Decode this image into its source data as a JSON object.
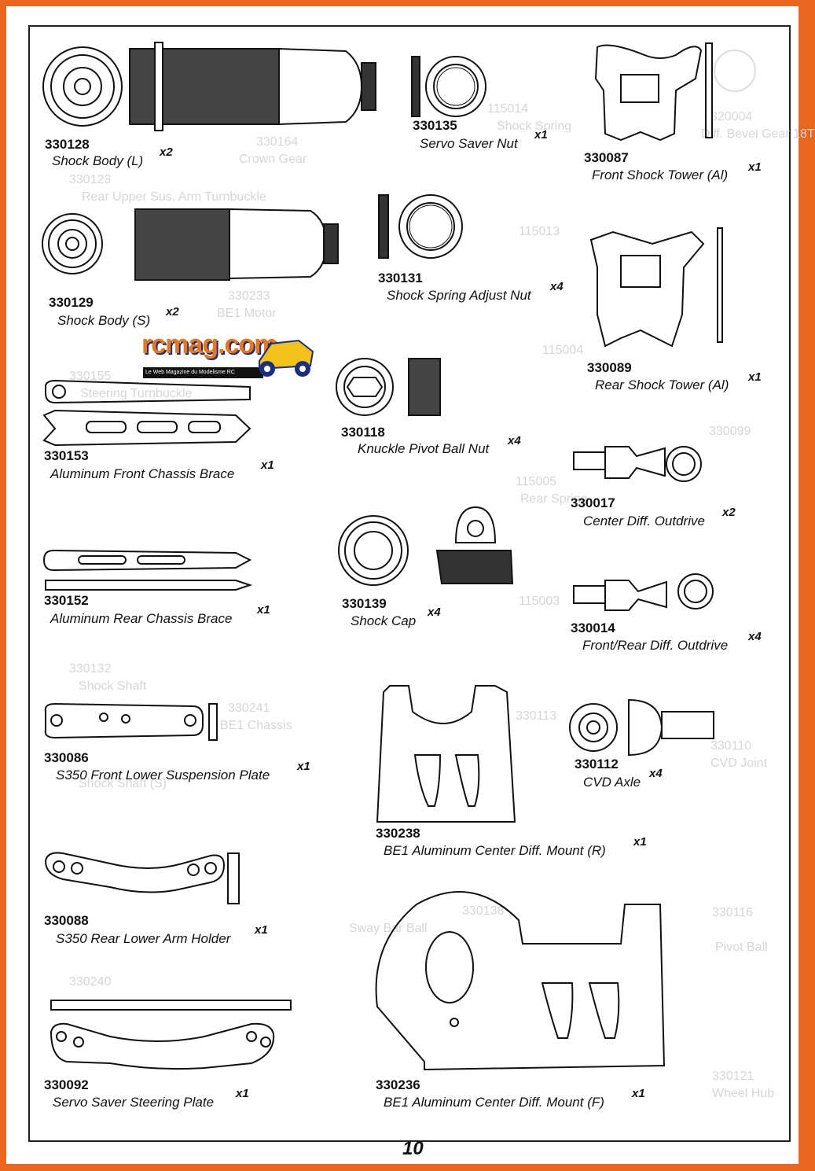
{
  "page": {
    "number": "10"
  },
  "logo": {
    "text": "rcmag.com",
    "tagline": "Le Web Magazine du Modelisme RC"
  },
  "parts": [
    {
      "number": "330128",
      "name": "Shock Body (L)",
      "qty": "x2"
    },
    {
      "number": "330135",
      "name": "Servo Saver Nut",
      "qty": "x1"
    },
    {
      "number": "330087",
      "name": "Front Shock Tower (Al)",
      "qty": "x1"
    },
    {
      "number": "330129",
      "name": "Shock Body (S)",
      "qty": "x2"
    },
    {
      "number": "330131",
      "name": "Shock Spring Adjust Nut",
      "qty": "x4"
    },
    {
      "number": "330089",
      "name": "Rear Shock Tower (Al)",
      "qty": "x1"
    },
    {
      "number": "330153",
      "name": "Aluminum Front Chassis Brace",
      "qty": "x1"
    },
    {
      "number": "330118",
      "name": "Knuckle Pivot Ball Nut",
      "qty": "x4"
    },
    {
      "number": "330017",
      "name": "Center Diff. Outdrive",
      "qty": "x2"
    },
    {
      "number": "330152",
      "name": "Aluminum Rear Chassis Brace",
      "qty": "x1"
    },
    {
      "number": "330139",
      "name": "Shock Cap",
      "qty": "x4"
    },
    {
      "number": "330014",
      "name": "Front/Rear Diff. Outdrive",
      "qty": "x4"
    },
    {
      "number": "330086",
      "name": "S350 Front Lower Suspension Plate",
      "qty": "x1"
    },
    {
      "number": "330112",
      "name": "CVD Axle",
      "qty": "x4"
    },
    {
      "number": "330238",
      "name": "BE1 Aluminum Center Diff. Mount (R)",
      "qty": "x1"
    },
    {
      "number": "330088",
      "name": "S350 Rear Lower Arm Holder",
      "qty": "x1"
    },
    {
      "number": "330092",
      "name": "Servo Saver Steering Plate",
      "qty": "x1"
    },
    {
      "number": "330236",
      "name": "BE1 Aluminum Center Diff. Mount (F)",
      "qty": "x1"
    }
  ],
  "ghost_text": [
    "115014",
    "Shock Spring",
    "320004",
    "Diff. Bevel Gear 18T",
    "330164",
    "Crown Gear",
    "330123",
    "Rear Upper Sus. Arm Turnbuckle",
    "115013",
    "330233",
    "BE1 Motor",
    "330155",
    "Steering Turnbuckle",
    "115004",
    "330099",
    "115005",
    "Rear Spring",
    "115003",
    "330132",
    "Shock Shaft",
    "330241",
    "BE1 Chassis",
    "330113",
    "330110",
    "CVD Joint",
    "Shock Shaft (S)",
    "330116",
    "Pivot Ball",
    "330240",
    "330121",
    "Wheel Hub",
    "330138",
    "Sway Bar Ball"
  ]
}
